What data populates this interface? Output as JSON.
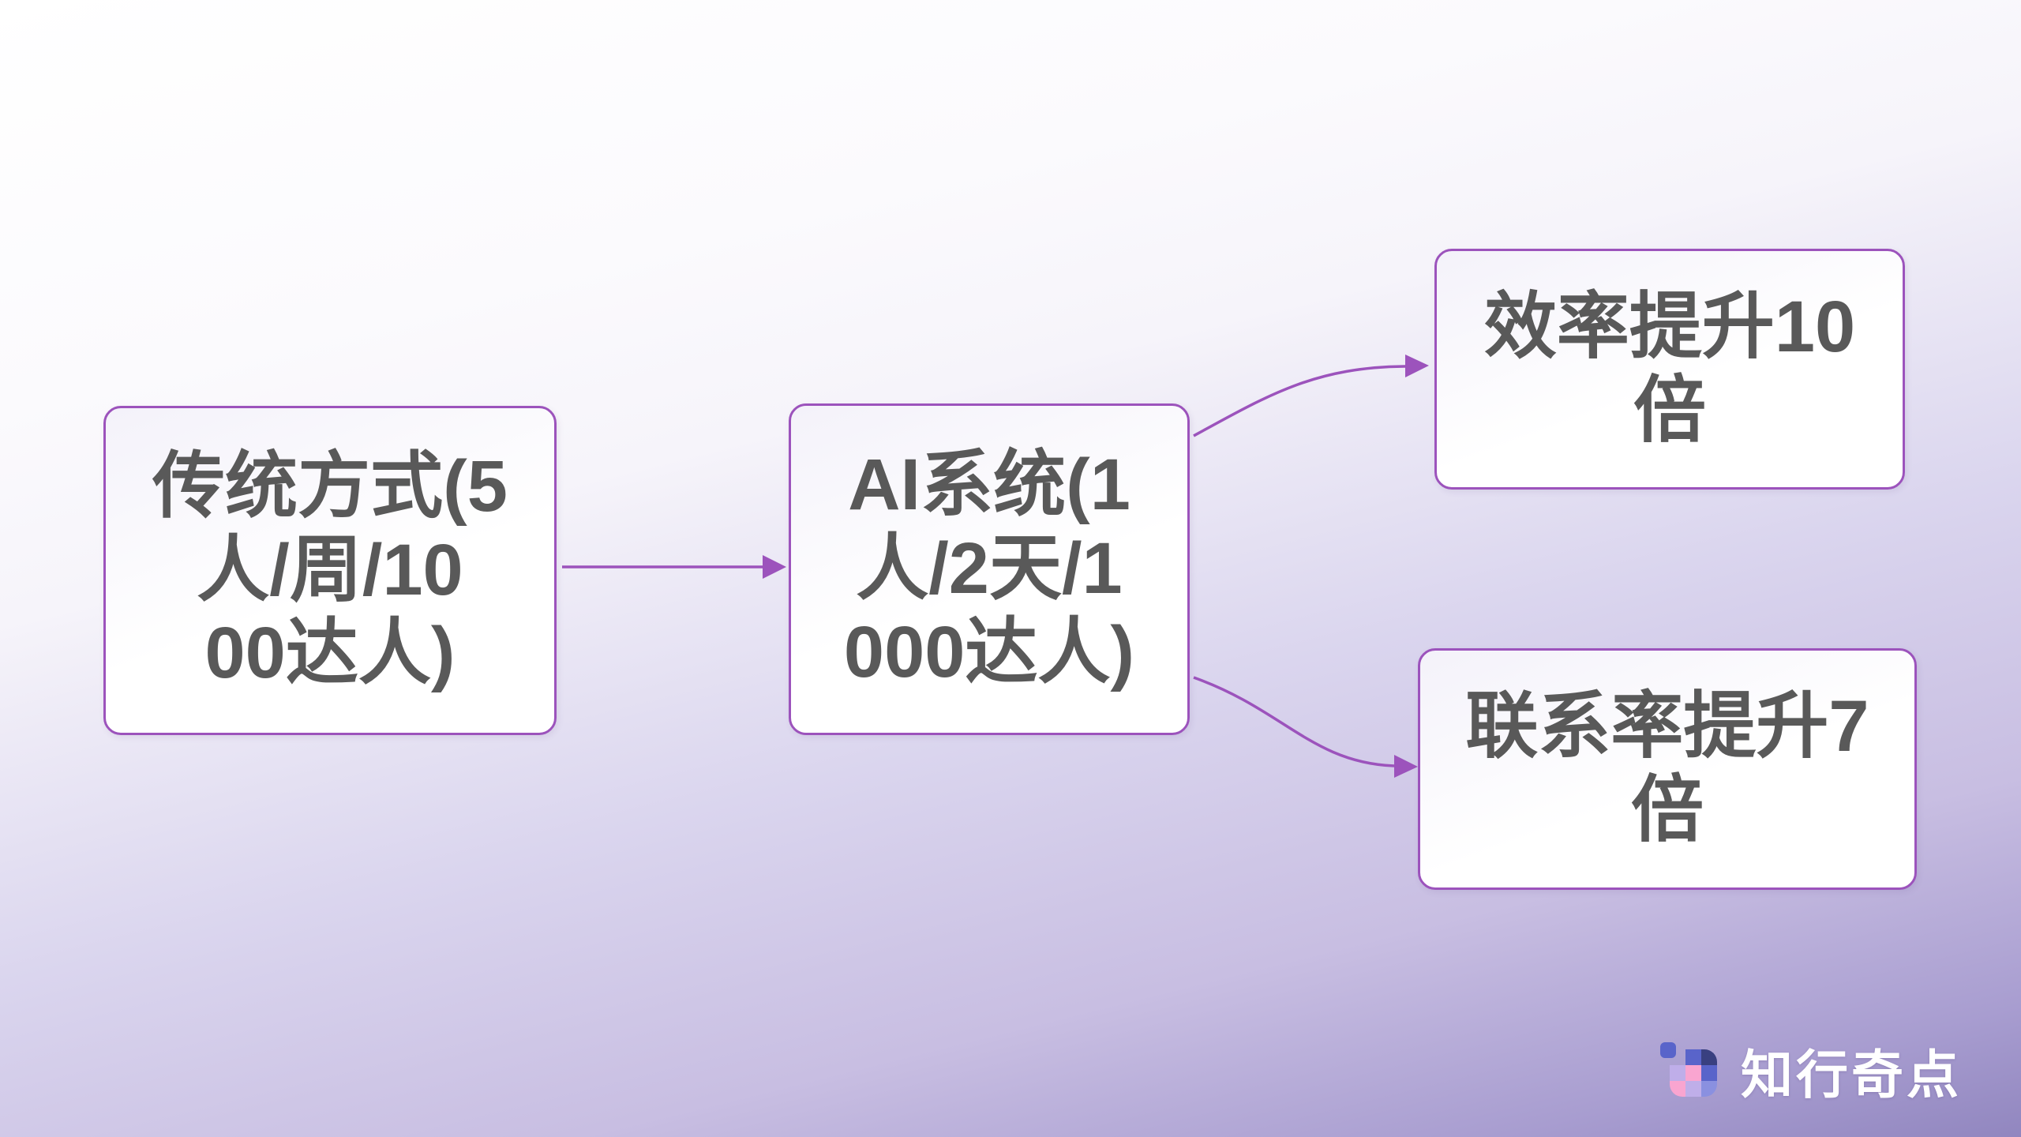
{
  "colors": {
    "accent_purple": "#9c53bc",
    "node_text_gray": "#595959",
    "background_top": "#ffffff",
    "background_bottom": "#9186bf",
    "node_fill": "#ffffff"
  },
  "diagram": {
    "nodes": {
      "traditional": {
        "text": "传统方式(5\n人/周/10\n00达人)"
      },
      "ai": {
        "text": "AI系统(1\n人/2天/1\n000达人)"
      },
      "efficiency": {
        "text": "效率提升10\n倍"
      },
      "contact": {
        "text": "联系率提升7\n倍"
      }
    },
    "connections": [
      {
        "from": "traditional",
        "to": "ai"
      },
      {
        "from": "ai",
        "to": "efficiency"
      },
      {
        "from": "ai",
        "to": "contact"
      }
    ]
  },
  "logo": {
    "brand_text": "知行奇点",
    "icon": {
      "detached_color": "#5964ca",
      "cells": [
        {
          "row": 1,
          "col": 2,
          "color": "#5964ca",
          "corner": null
        },
        {
          "row": 1,
          "col": 3,
          "color": "#394080",
          "corner": "tr"
        },
        {
          "row": 2,
          "col": 1,
          "color": "#bfaee9",
          "corner": null
        },
        {
          "row": 2,
          "col": 2,
          "color": "#f9a5d0",
          "corner": null
        },
        {
          "row": 2,
          "col": 3,
          "color": "#5964ca",
          "corner": null
        },
        {
          "row": 3,
          "col": 1,
          "color": "#f9a5d0",
          "corner": "bl"
        },
        {
          "row": 3,
          "col": 2,
          "color": "#bfaee9",
          "corner": null
        },
        {
          "row": 3,
          "col": 3,
          "color": "#8a90e0",
          "corner": "br"
        }
      ]
    }
  }
}
